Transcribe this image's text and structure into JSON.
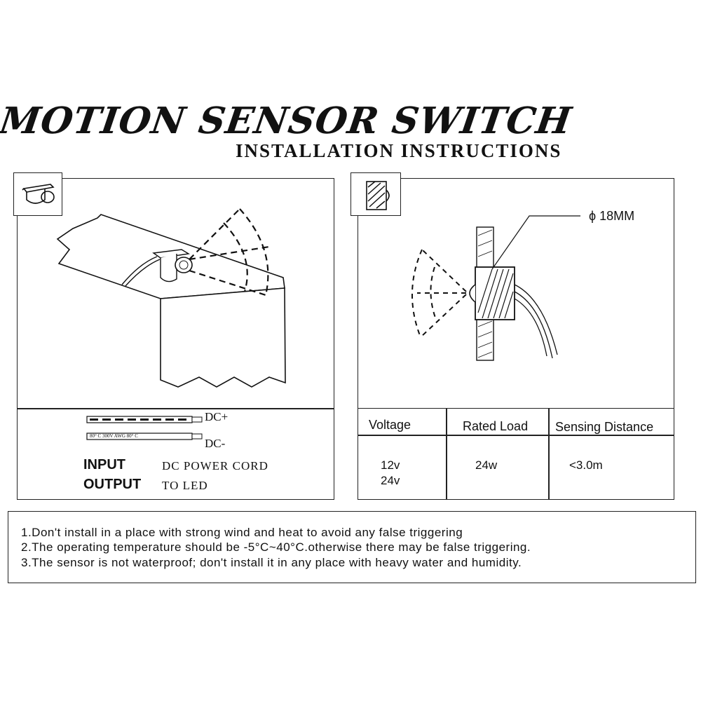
{
  "header": {
    "title": "MOTION SENSOR SWITCH",
    "subtitle": "INSTALLATION INSTRUCTIONS"
  },
  "left_panel": {
    "icon": "bracket-mount-icon",
    "cable": {
      "dc_plus": "DC+",
      "dc_minus": "DC-",
      "print": "80° C  300V  AWG    80° C"
    },
    "input_label": "INPUT",
    "input_desc": "DC POWER CORD",
    "output_label": "OUTPUT",
    "output_desc": "TO LED"
  },
  "right_panel": {
    "icon": "recessed-mount-icon",
    "diameter": "ϕ 18MM",
    "table": {
      "headers": [
        "Voltage",
        "Rated Load",
        "Sensing Distance"
      ],
      "voltage": [
        "12v",
        "24v"
      ],
      "rated_load": "24w",
      "sensing_distance": "<3.0m"
    }
  },
  "notes": [
    "1.Don't install in a place with strong wind and heat to avoid any false triggering",
    "2.The operating temperature should be -5°C~40°C.otherwise there may be false triggering.",
    "3.The sensor is not waterproof; don't install it in any place with heavy water and humidity."
  ]
}
